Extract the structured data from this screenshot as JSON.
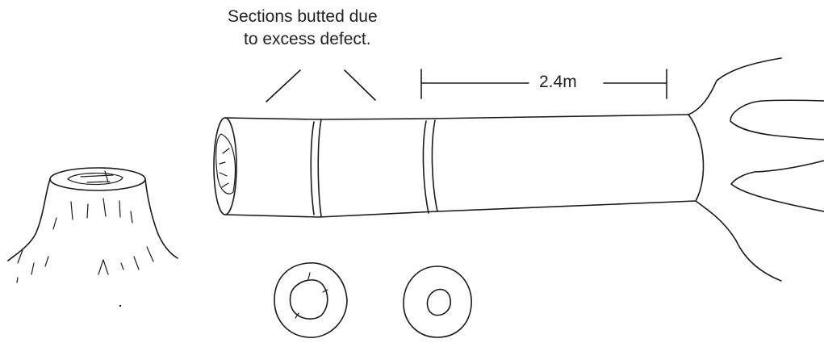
{
  "annotation": {
    "caption_line_1": "Sections butted  due",
    "caption_line_2": "to excess defect.",
    "length_label": "2.4m"
  },
  "colors": {
    "ink": "#1a1a1a",
    "background": "#ffffff"
  }
}
